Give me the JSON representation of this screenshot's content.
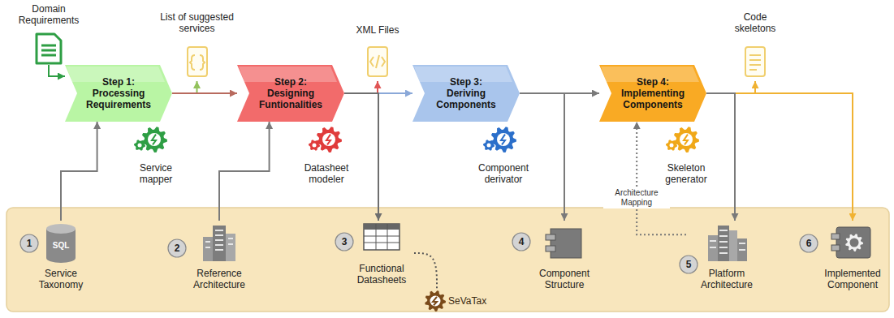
{
  "diagram": {
    "nodes": [
      {
        "text": [
          "Step 1:",
          "Processing Requirements"
        ]
      },
      {
        "text": [
          "Step 2:",
          "Designing Funtionalities"
        ]
      },
      {
        "text": [
          "Step 3:",
          "Deriving Components"
        ]
      },
      {
        "text": [
          "Step 4:",
          "Implementing Components"
        ]
      },
      {
        "text": [
          "Domain Requirements"
        ]
      },
      {
        "text": [
          "List of suggested services"
        ]
      },
      {
        "text": [
          "XML Files"
        ]
      },
      {
        "text": [
          "Code skeletons"
        ]
      },
      {
        "text": [
          "Service Taxonomy"
        ]
      },
      {
        "text": [
          "Reference Architecture"
        ]
      },
      {
        "text": [
          "Functional Datasheets"
        ]
      },
      {
        "text": [
          "Component Structure"
        ]
      },
      {
        "text": [
          "Platform Architecture"
        ]
      },
      {
        "text": [
          "Implemented Component"
        ]
      },
      {
        "text": [
          "SeVaTax"
        ]
      }
    ],
    "edges": [
      {
        "from": 4,
        "to": 0,
        "arrow": "to"
      },
      {
        "from": 8,
        "to": 0,
        "arrow": "to"
      },
      {
        "from": 0,
        "to": 5,
        "arrow": "to"
      },
      {
        "from": 0,
        "to": 1,
        "arrow": "to"
      },
      {
        "from": 9,
        "to": 1,
        "arrow": "to"
      },
      {
        "from": 1,
        "to": 6,
        "arrow": "to"
      },
      {
        "from": 1,
        "to": 2,
        "arrow": "to"
      },
      {
        "from": 1,
        "to": 10,
        "arrow": "to"
      },
      {
        "from": 10,
        "to": 14,
        "arrow": "none"
      },
      {
        "from": 2,
        "to": 3,
        "arrow": "to"
      },
      {
        "from": 2,
        "to": 11,
        "arrow": "to"
      },
      {
        "from": 3,
        "to": 7,
        "arrow": "to"
      },
      {
        "from": 3,
        "to": 13,
        "arrow": "to"
      },
      {
        "from": 12,
        "to": 3,
        "arrow": "to",
        "label": "Architecture Mapping"
      },
      {
        "from": 3,
        "to": 12,
        "arrow": "to"
      }
    ],
    "labels": [
      "Service mapper",
      "Datasheet modeler",
      "Component derivator",
      "Skeleton generator",
      "1",
      "2",
      "3",
      "4",
      "5",
      "6",
      "SQL"
    ]
  }
}
